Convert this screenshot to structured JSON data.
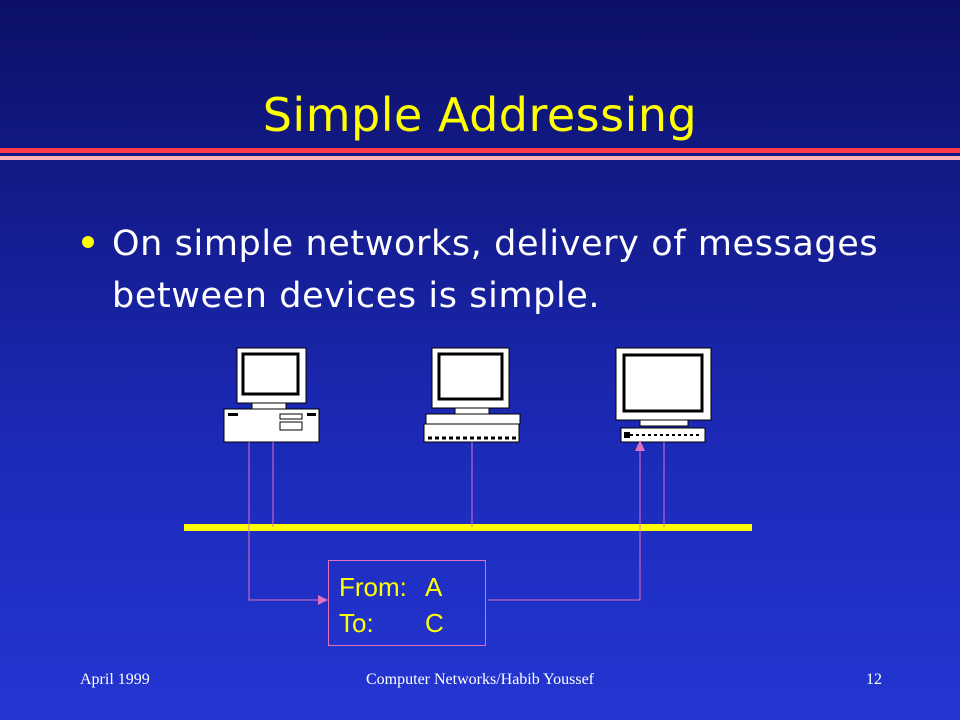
{
  "slide": {
    "title": "Simple Addressing",
    "bullet": "On simple networks, delivery of messages between devices is simple."
  },
  "diagram": {
    "message": {
      "from_label": "From:",
      "from_value": "A",
      "to_label": "To:",
      "to_value": "C"
    }
  },
  "footer": {
    "date": "April 1999",
    "course": "Computer Networks/Habib Youssef",
    "page": "12"
  },
  "colors": {
    "title": "#ffff00",
    "bus": "#ffff00",
    "rule": "#ff3a4a",
    "connector": "#e070c0"
  }
}
